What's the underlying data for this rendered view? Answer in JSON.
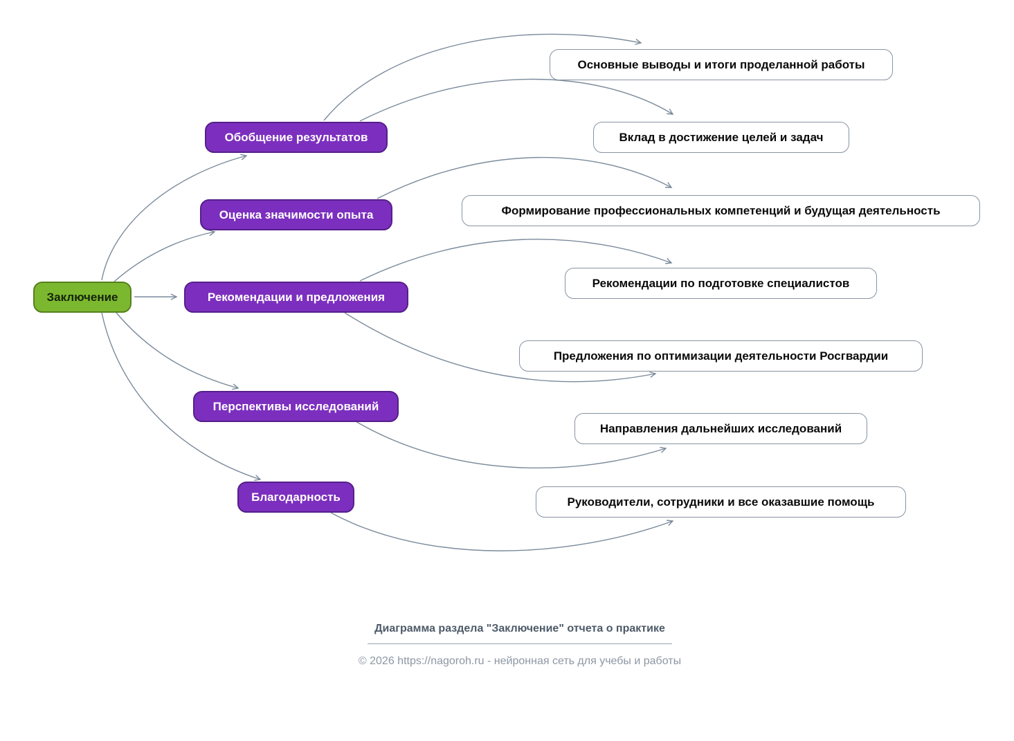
{
  "root": {
    "label": "Заключение"
  },
  "branches": [
    {
      "label": "Обобщение результатов"
    },
    {
      "label": "Оценка значимости опыта"
    },
    {
      "label": "Рекомендации и предложения"
    },
    {
      "label": "Перспективы исследований"
    },
    {
      "label": "Благодарность"
    }
  ],
  "leaves": [
    {
      "label": "Основные выводы и итоги проделанной работы"
    },
    {
      "label": "Вклад в достижение целей и задач"
    },
    {
      "label": "Формирование профессиональных компетенций и будущая деятельность"
    },
    {
      "label": "Рекомендации по подготовке специалистов"
    },
    {
      "label": "Предложения по оптимизации деятельности Росгвардии"
    },
    {
      "label": "Направления дальнейших исследований"
    },
    {
      "label": "Руководители, сотрудники и все оказавшие помощь"
    }
  ],
  "edges": [
    {
      "from": "Заключение",
      "to": "Обобщение результатов"
    },
    {
      "from": "Заключение",
      "to": "Оценка значимости опыта"
    },
    {
      "from": "Заключение",
      "to": "Рекомендации и предложения"
    },
    {
      "from": "Заключение",
      "to": "Перспективы исследований"
    },
    {
      "from": "Заключение",
      "to": "Благодарность"
    },
    {
      "from": "Обобщение результатов",
      "to": "Основные выводы и итоги проделанной работы"
    },
    {
      "from": "Обобщение результатов",
      "to": "Вклад в достижение целей и задач"
    },
    {
      "from": "Оценка значимости опыта",
      "to": "Формирование профессиональных компетенций и будущая деятельность"
    },
    {
      "from": "Рекомендации и предложения",
      "to": "Рекомендации по подготовке специалистов"
    },
    {
      "from": "Рекомендации и предложения",
      "to": "Предложения по оптимизации деятельности Росгвардии"
    },
    {
      "from": "Перспективы исследований",
      "to": "Направления дальнейших исследований"
    },
    {
      "from": "Благодарность",
      "to": "Руководители, сотрудники и все оказавшие помощь"
    }
  ],
  "caption": {
    "title": "Диаграмма раздела \"Заключение\" отчета о практике",
    "footer": "© 2026 https://nagoroh.ru - нейронная сеть для учебы и работы"
  },
  "colors": {
    "root_fill": "#7cb82f",
    "root_border": "#55801f",
    "branch_fill": "#7c2fbe",
    "branch_border": "#551f8a",
    "leaf_fill": "#ffffff",
    "leaf_border": "#8793a1",
    "edge": "#7b8a9b",
    "caption_title": "#4d5a68",
    "caption_footer": "#8d97a3"
  }
}
